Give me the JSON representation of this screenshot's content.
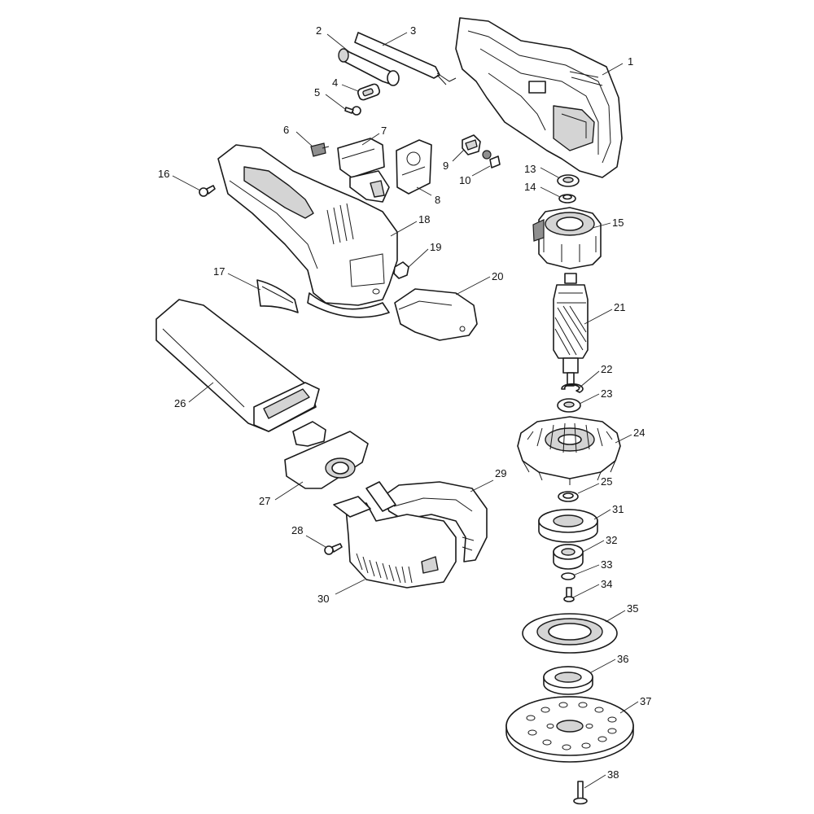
{
  "diagram": {
    "callouts": [
      {
        "id": "p1",
        "label": "1"
      },
      {
        "id": "p2",
        "label": "2"
      },
      {
        "id": "p3",
        "label": "3"
      },
      {
        "id": "p4",
        "label": "4"
      },
      {
        "id": "p5",
        "label": "5"
      },
      {
        "id": "p6",
        "label": "6"
      },
      {
        "id": "p7",
        "label": "7"
      },
      {
        "id": "p8",
        "label": "8"
      },
      {
        "id": "p9",
        "label": "9"
      },
      {
        "id": "p10",
        "label": "10"
      },
      {
        "id": "p13",
        "label": "13"
      },
      {
        "id": "p14",
        "label": "14"
      },
      {
        "id": "p15",
        "label": "15"
      },
      {
        "id": "p16",
        "label": "16"
      },
      {
        "id": "p17",
        "label": "17"
      },
      {
        "id": "p18",
        "label": "18"
      },
      {
        "id": "p19",
        "label": "19"
      },
      {
        "id": "p20",
        "label": "20"
      },
      {
        "id": "p21",
        "label": "21"
      },
      {
        "id": "p22",
        "label": "22"
      },
      {
        "id": "p23",
        "label": "23"
      },
      {
        "id": "p24",
        "label": "24"
      },
      {
        "id": "p25",
        "label": "25"
      },
      {
        "id": "p26",
        "label": "26"
      },
      {
        "id": "p27",
        "label": "27"
      },
      {
        "id": "p28",
        "label": "28"
      },
      {
        "id": "p29",
        "label": "29"
      },
      {
        "id": "p30",
        "label": "30"
      },
      {
        "id": "p31",
        "label": "31"
      },
      {
        "id": "p32",
        "label": "32"
      },
      {
        "id": "p33",
        "label": "33"
      },
      {
        "id": "p34",
        "label": "34"
      },
      {
        "id": "p35",
        "label": "35"
      },
      {
        "id": "p36",
        "label": "36"
      },
      {
        "id": "p37",
        "label": "37"
      },
      {
        "id": "p38",
        "label": "38"
      }
    ],
    "colors": {
      "line": "#1a1a1a",
      "shade": "#d4d4d4",
      "background": "#ffffff"
    }
  }
}
